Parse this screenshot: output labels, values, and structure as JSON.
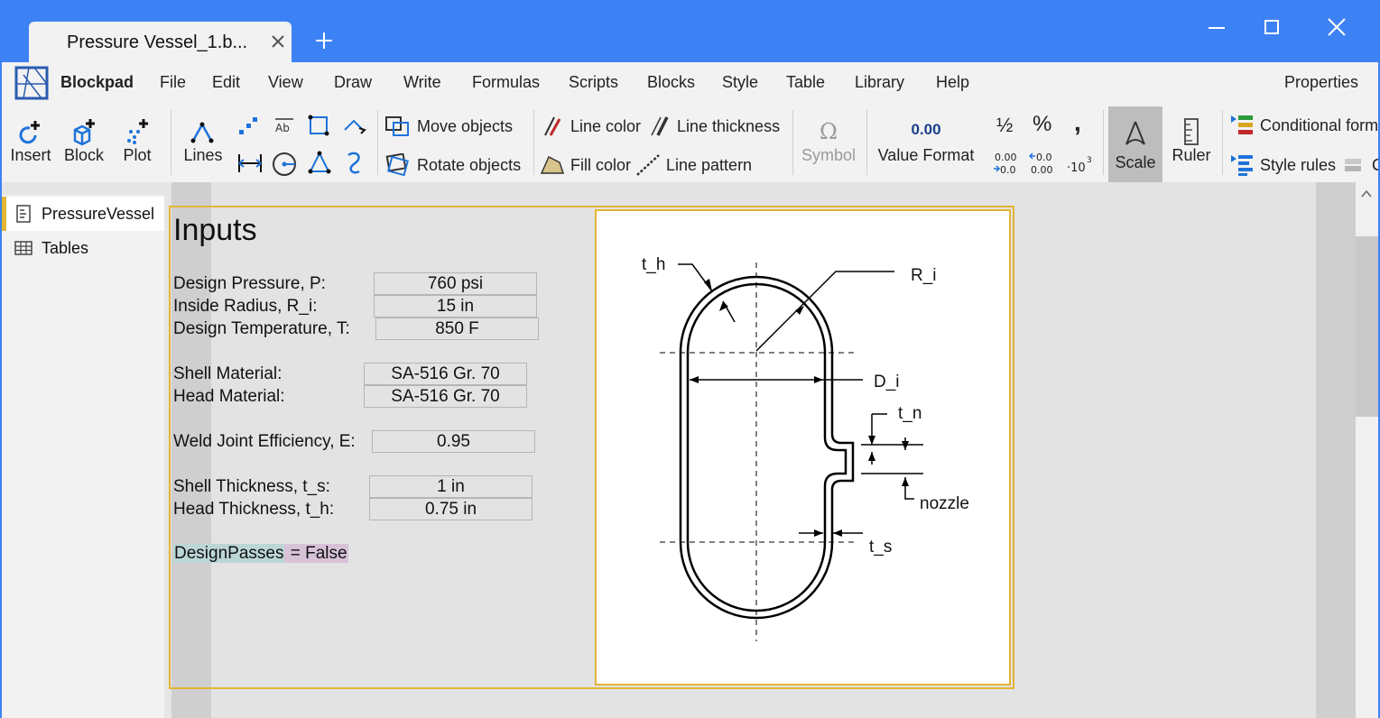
{
  "window": {
    "tab_title": "Pressure Vessel_1.b...",
    "controls": [
      "minimize-icon",
      "maximize-icon",
      "close-icon"
    ]
  },
  "menu": {
    "app_name": "Blockpad",
    "items": [
      "File",
      "Edit",
      "View",
      "Draw",
      "Write",
      "Formulas",
      "Scripts",
      "Blocks",
      "Style",
      "Table",
      "Library",
      "Help"
    ],
    "properties": "Properties"
  },
  "ribbon": {
    "insert": "Insert",
    "block": "Block",
    "plot": "Plot",
    "lines": "Lines",
    "move_objects": "Move objects",
    "rotate_objects": "Rotate objects",
    "line_color": "Line color",
    "line_thickness": "Line thickness",
    "fill_color": "Fill color",
    "line_pattern": "Line pattern",
    "symbol": "Symbol",
    "symbol_glyph": "Ω",
    "value_format": "Value Format",
    "value_format_glyph": "0.00",
    "fraction_glyph": "½",
    "percent_glyph": "%",
    "comma_glyph": ",",
    "scale": "Scale",
    "ruler": "Ruler",
    "conditional_format": "Conditional form",
    "style_rules": "Style rules",
    "more": "C"
  },
  "sidebar": {
    "items": [
      {
        "label": "PressureVessel",
        "icon": "document-icon",
        "active": true
      },
      {
        "label": "Tables",
        "icon": "table-icon",
        "active": false
      }
    ]
  },
  "document": {
    "title": "Inputs",
    "inputs": [
      {
        "label": "Design Pressure, P:",
        "value": "760 psi"
      },
      {
        "label": "Inside Radius, R_i:",
        "value": "15 in"
      },
      {
        "label": "Design Temperature, T:",
        "value": "850 F"
      },
      {
        "label": "Shell Material:",
        "value": "SA-516 Gr. 70"
      },
      {
        "label": "Head Material:",
        "value": "SA-516 Gr. 70"
      },
      {
        "label": "Weld Joint Efficiency, E:",
        "value": "0.95"
      },
      {
        "label": "Shell Thickness, t_s:",
        "value": "1 in"
      },
      {
        "label": "Head Thickness, t_h:",
        "value": "0.75 in"
      }
    ],
    "design_passes_var": "DesignPasses",
    "design_passes_val": " = False",
    "figure_labels": {
      "t_h": "t_h",
      "R_i": "R_i",
      "D_i": "D_i",
      "t_n": "t_n",
      "nozzle": "nozzle",
      "t_s": "t_s"
    }
  },
  "colors": {
    "titlebar": "#3d82f5",
    "block_border": "#e3b534",
    "accent_blue": "#1e73d9"
  }
}
